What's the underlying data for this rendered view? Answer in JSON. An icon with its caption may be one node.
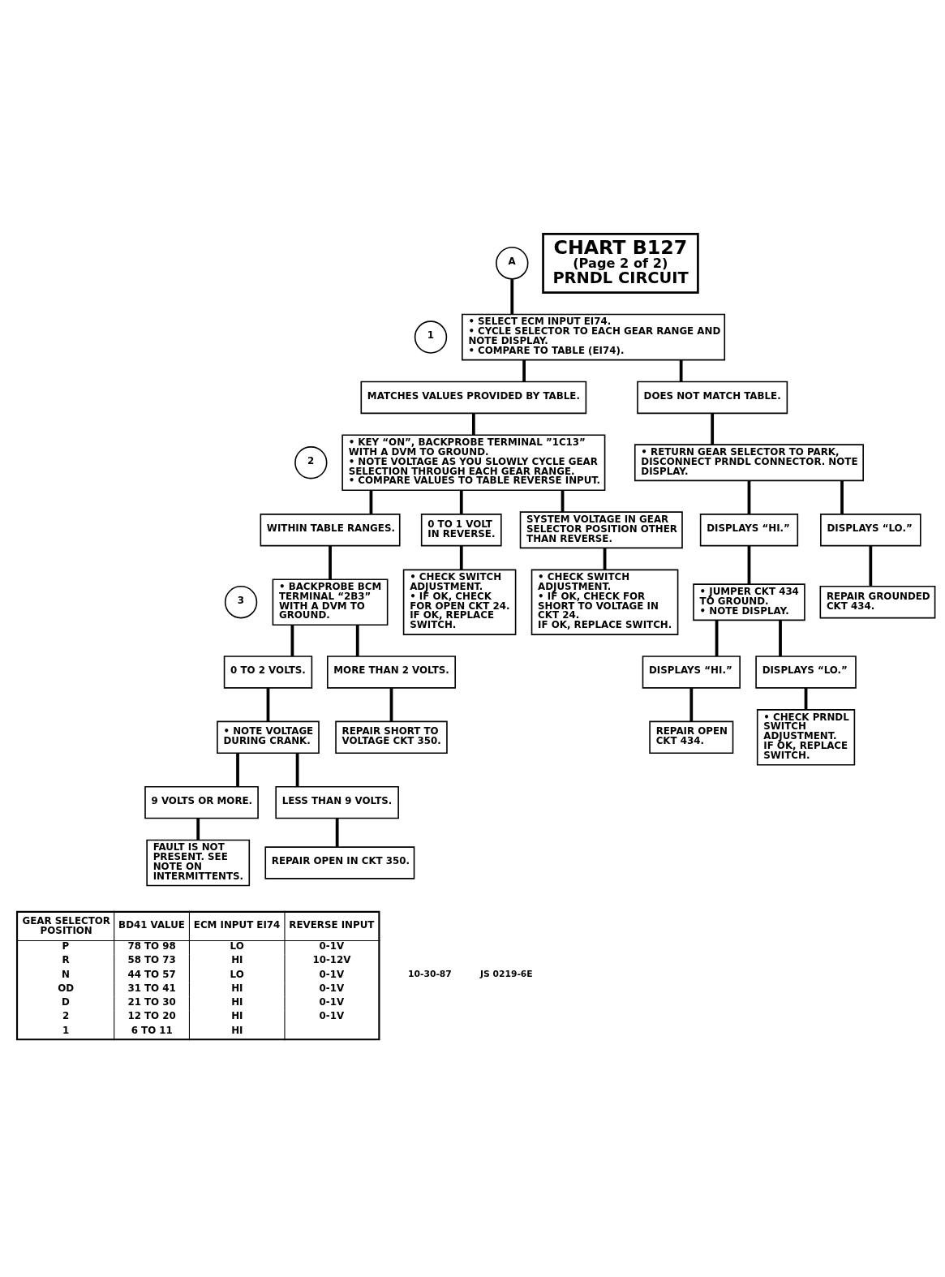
{
  "diagram": {
    "nodes": [
      {
        "text": [
          "CHART B127",
          "(Page 2 of 2)",
          "PRNDL CIRCUIT"
        ]
      },
      {
        "text": [
          "A"
        ]
      },
      {
        "text": [
          "1"
        ]
      },
      {
        "text": [
          "• SELECT ECM INPUT EI74.",
          "• CYCLE SELECTOR TO EACH GEAR RANGE AND NOTE DISPLAY.",
          "• COMPARE TO TABLE (EI74)."
        ]
      },
      {
        "text": [
          "MATCHES VALUES PROVIDED BY TABLE."
        ]
      },
      {
        "text": [
          "DOES NOT MATCH TABLE."
        ]
      },
      {
        "text": [
          "2"
        ]
      },
      {
        "text": [
          "• KEY “ON”, BACKPROBE TERMINAL ”1C13” WITH A DVM TO GROUND.",
          "• NOTE VOLTAGE AS YOU SLOWLY CYCLE GEAR SELECTION THROUGH EACH GEAR RANGE.",
          "• COMPARE VALUES TO TABLE REVERSE INPUT."
        ]
      },
      {
        "text": [
          "• RETURN GEAR SELECTOR TO PARK, DISCONNECT PRNDL CONNECTOR. NOTE DISPLAY."
        ]
      },
      {
        "text": [
          "WITHIN TABLE RANGES."
        ]
      },
      {
        "text": [
          "0 TO 1 VOLT IN REVERSE."
        ]
      },
      {
        "text": [
          "SYSTEM VOLTAGE IN GEAR SELECTOR POSITION OTHER THAN REVERSE."
        ]
      },
      {
        "text": [
          "DISPLAYS “HI.”"
        ]
      },
      {
        "text": [
          "DISPLAYS “LO.”"
        ]
      },
      {
        "text": [
          "3"
        ]
      },
      {
        "text": [
          "• BACKPROBE BCM TERMINAL “2B3” WITH A DVM TO GROUND."
        ]
      },
      {
        "text": [
          "• CHECK SWITCH ADJUSTMENT.",
          "• IF OK, CHECK FOR OPEN CKT 24.",
          "IF OK, REPLACE SWITCH."
        ]
      },
      {
        "text": [
          "• CHECK SWITCH ADJUSTMENT.",
          "• IF OK, CHECK FOR SHORT TO VOLTAGE IN CKT 24.",
          "IF OK, REPLACE SWITCH."
        ]
      },
      {
        "text": [
          "• JUMPER CKT 434 TO GROUND.",
          "• NOTE DISPLAY."
        ]
      },
      {
        "text": [
          "REPAIR GROUNDED CKT 434."
        ]
      },
      {
        "text": [
          "DISPLAYS “HI.”"
        ]
      },
      {
        "text": [
          "DISPLAYS “LO.”"
        ]
      },
      {
        "text": [
          "0 TO 2 VOLTS."
        ]
      },
      {
        "text": [
          "MORE THAN 2 VOLTS."
        ]
      },
      {
        "text": [
          "REPAIR OPEN CKT 434."
        ]
      },
      {
        "text": [
          "• CHECK PRNDL SWITCH ADJUSTMENT.",
          "IF OK, REPLACE SWITCH."
        ]
      },
      {
        "text": [
          "• NOTE VOLTAGE DURING CRANK."
        ]
      },
      {
        "text": [
          "REPAIR SHORT TO VOLTAGE CKT 350."
        ]
      },
      {
        "text": [
          "9 VOLTS OR MORE."
        ]
      },
      {
        "text": [
          "LESS THAN 9 VOLTS."
        ]
      },
      {
        "text": [
          "FAULT IS NOT PRESENT. SEE NOTE ON INTERMITTENTS."
        ]
      },
      {
        "text": [
          "REPAIR OPEN IN CKT 350."
        ]
      }
    ],
    "edges": [
      {
        "from": 1,
        "to": 3,
        "arrow": "none"
      },
      {
        "from": 3,
        "to": 4,
        "arrow": "none"
      },
      {
        "from": 3,
        "to": 5,
        "arrow": "none"
      },
      {
        "from": 4,
        "to": 7,
        "arrow": "none"
      },
      {
        "from": 5,
        "to": 8,
        "arrow": "none"
      },
      {
        "from": 7,
        "to": 9,
        "arrow": "none"
      },
      {
        "from": 7,
        "to": 10,
        "arrow": "none"
      },
      {
        "from": 7,
        "to": 11,
        "arrow": "none"
      },
      {
        "from": 8,
        "to": 12,
        "arrow": "none"
      },
      {
        "from": 8,
        "to": 13,
        "arrow": "none"
      },
      {
        "from": 9,
        "to": 15,
        "arrow": "none"
      },
      {
        "from": 10,
        "to": 16,
        "arrow": "none"
      },
      {
        "from": 11,
        "to": 17,
        "arrow": "none"
      },
      {
        "from": 12,
        "to": 18,
        "arrow": "none"
      },
      {
        "from": 13,
        "to": 19,
        "arrow": "none"
      },
      {
        "from": 18,
        "to": 20,
        "arrow": "none"
      },
      {
        "from": 18,
        "to": 21,
        "arrow": "none"
      },
      {
        "from": 15,
        "to": 22,
        "arrow": "none"
      },
      {
        "from": 15,
        "to": 23,
        "arrow": "none"
      },
      {
        "from": 20,
        "to": 24,
        "arrow": "none"
      },
      {
        "from": 21,
        "to": 25,
        "arrow": "none"
      },
      {
        "from": 22,
        "to": 26,
        "arrow": "none"
      },
      {
        "from": 23,
        "to": 27,
        "arrow": "none"
      },
      {
        "from": 26,
        "to": 28,
        "arrow": "none"
      },
      {
        "from": 26,
        "to": 29,
        "arrow": "none"
      },
      {
        "from": 28,
        "to": 30,
        "arrow": "none"
      },
      {
        "from": 29,
        "to": 31,
        "arrow": "none"
      }
    ],
    "labels": [
      "GEAR SELECTOR POSITION",
      "BD41 VALUE",
      "ECM INPUT EI74",
      "REVERSE INPUT",
      "P",
      "78 TO 98",
      "LO",
      "0-1V",
      "R",
      "58 TO 73",
      "HI",
      "10-12V",
      "N",
      "44 TO 57",
      "LO",
      "0-1V",
      "OD",
      "31 TO 41",
      "HI",
      "0-1V",
      "D",
      "21 TO 30",
      "HI",
      "0-1V",
      "2",
      "12 TO 20",
      "HI",
      "0-1V",
      "1",
      "6 TO 11",
      "HI",
      "10-30-87",
      "JS 0219-6E"
    ]
  }
}
